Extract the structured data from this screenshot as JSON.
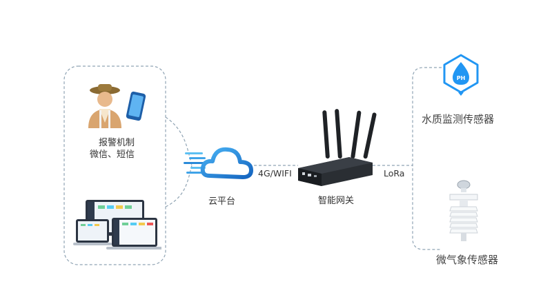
{
  "left_panel": {
    "alarm_title": "报警机制",
    "alarm_sub": "微信、短信"
  },
  "cloud": {
    "label": "云平台"
  },
  "link_cloud_gateway": {
    "label": "4G/WIFI"
  },
  "gateway": {
    "label": "智能网关"
  },
  "link_gateway_sensors": {
    "label": "LoRa"
  },
  "sensors": {
    "water": {
      "label": "水质监测传感器",
      "icon_text": "PH"
    },
    "weather": {
      "label": "微气象传感器"
    }
  },
  "colors": {
    "accent": "#1e88e5",
    "line": "#8fa3b3"
  }
}
